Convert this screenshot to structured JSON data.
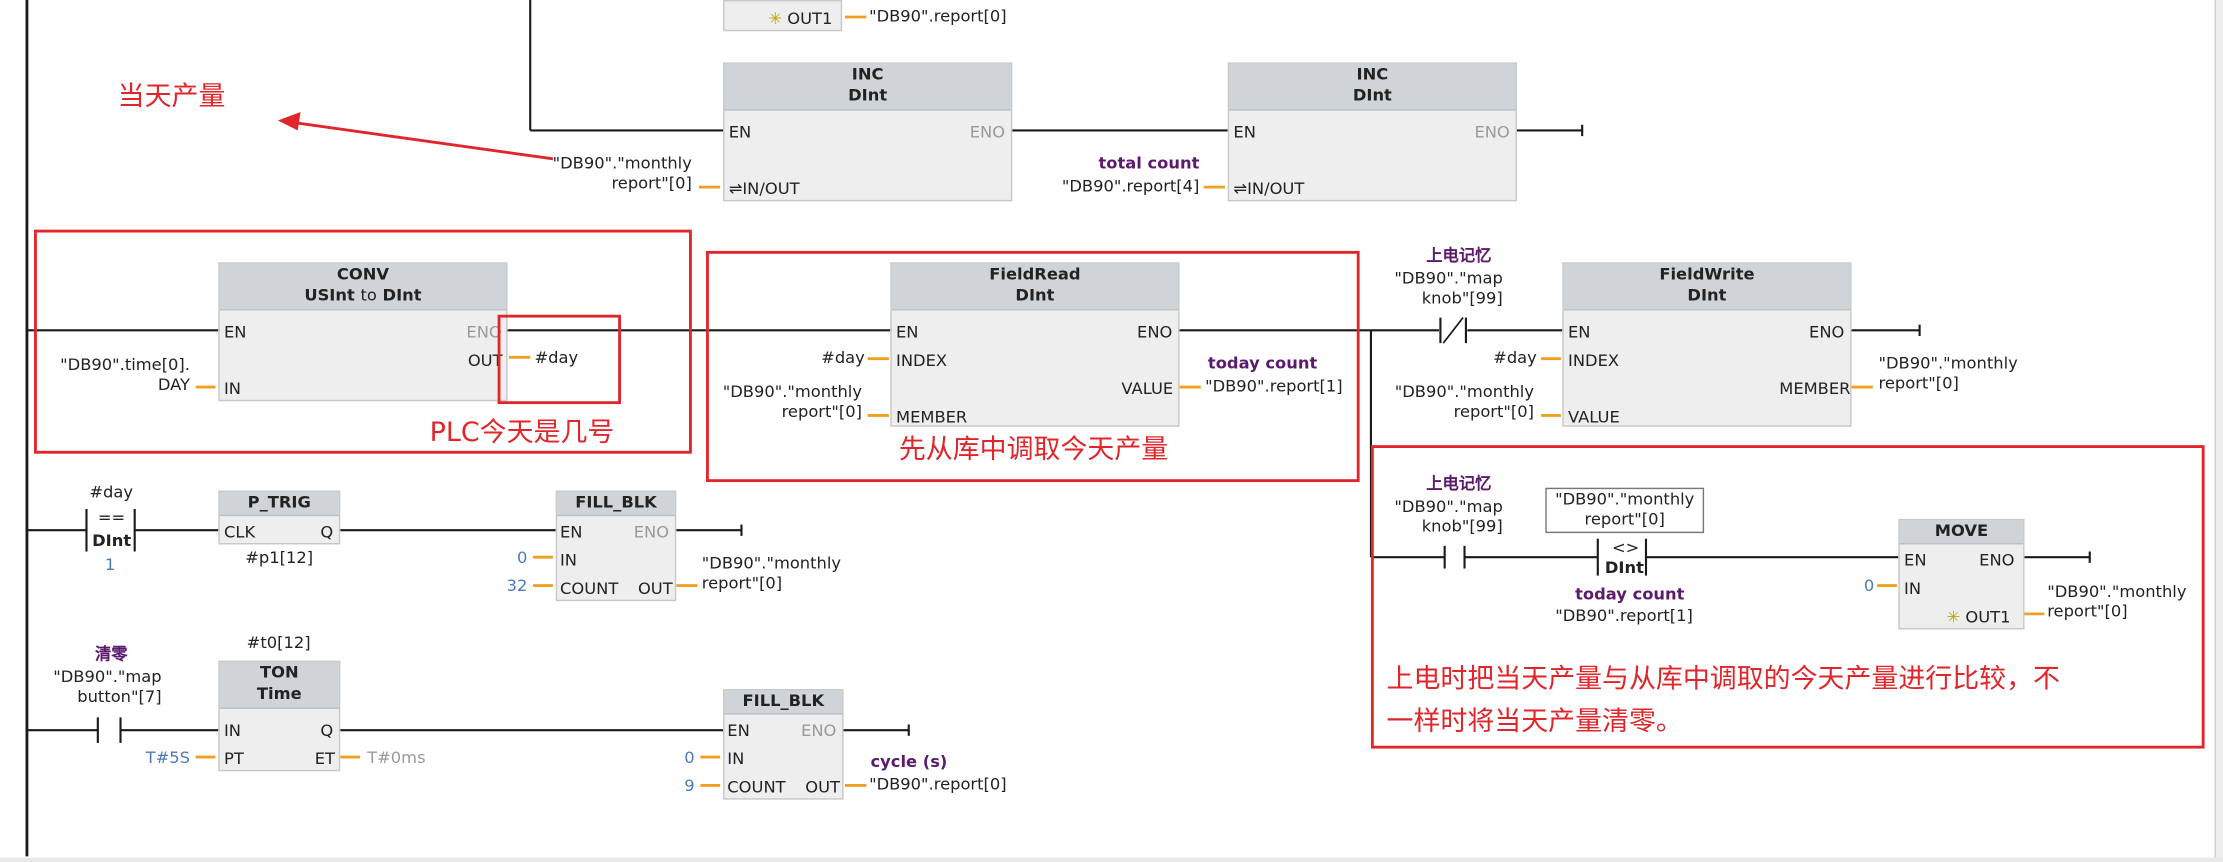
{
  "top_fragment": {
    "pin": "OUT1",
    "tag": "\"DB90\".report[0]"
  },
  "inc1": {
    "name": "INC",
    "type": "DInt",
    "en": "EN",
    "eno": "ENO",
    "inout": "⇌IN/OUT",
    "operand_l1": "\"DB90\".\"monthly",
    "operand_l2": "report\"[0]"
  },
  "inc2": {
    "name": "INC",
    "type": "DInt",
    "en": "EN",
    "eno": "ENO",
    "inout": "⇌IN/OUT",
    "comment": "total count",
    "operand": "\"DB90\".report[4]"
  },
  "conv": {
    "name": "CONV",
    "type_from": "USInt",
    "to": "to",
    "type_to": "DInt",
    "en": "EN",
    "eno": "ENO",
    "in": "IN",
    "out": "OUT",
    "in_l1": "\"DB90\".time[0].",
    "in_l2": "DAY",
    "out_tag": "#day"
  },
  "fieldread": {
    "name": "FieldRead",
    "type": "DInt",
    "en": "EN",
    "eno": "ENO",
    "index": "INDEX",
    "value": "VALUE",
    "member": "MEMBER",
    "index_tag": "#day",
    "member_l1": "\"DB90\".\"monthly",
    "member_l2": "report\"[0]",
    "value_comment": "today count",
    "value_tag": "\"DB90\".report[1]"
  },
  "contact1": {
    "comment": "上电记忆",
    "tag_l1": "\"DB90\".\"map",
    "tag_l2": "knob\"[99]"
  },
  "fieldwrite": {
    "name": "FieldWrite",
    "type": "DInt",
    "en": "EN",
    "eno": "ENO",
    "index": "INDEX",
    "member": "MEMBER",
    "value": "VALUE",
    "index_tag": "#day",
    "value_l1": "\"DB90\".\"monthly",
    "value_l2": "report\"[0]",
    "member_l1": "\"DB90\".\"monthly",
    "member_l2": "report\"[0]"
  },
  "cmp_day": {
    "tag": "#day",
    "op": "==",
    "type": "DInt",
    "value": "1"
  },
  "ptrig": {
    "name": "P_TRIG",
    "clk": "CLK",
    "q": "Q",
    "tag": "#p1[12]"
  },
  "fill1": {
    "name": "FILL_BLK",
    "en": "EN",
    "eno": "ENO",
    "in": "IN",
    "count": "COUNT",
    "out": "OUT",
    "in_val": "0",
    "count_val": "32",
    "out_l1": "\"DB90\".\"monthly",
    "out_l2": "report\"[0]"
  },
  "contact2": {
    "comment": "上电记忆",
    "tag_l1": "\"DB90\".\"map",
    "tag_l2": "knob\"[99]"
  },
  "cmp2": {
    "top_l1": "\"DB90\".\"monthly",
    "top_l2": "report\"[0]",
    "op": "<>",
    "type": "DInt",
    "comment": "today count",
    "tag": "\"DB90\".report[1]"
  },
  "move": {
    "name": "MOVE",
    "en": "EN",
    "eno": "ENO",
    "in": "IN",
    "out": "OUT1",
    "in_val": "0",
    "out_l1": "\"DB90\".\"monthly",
    "out_l2": "report\"[0]"
  },
  "reset": {
    "comment": "清零",
    "tag_l1": "\"DB90\".\"map",
    "tag_l2": "button\"[7]"
  },
  "ton": {
    "instance": "#t0[12]",
    "name": "TON",
    "type": "Time",
    "in": "IN",
    "q": "Q",
    "pt": "PT",
    "et": "ET",
    "pt_val": "T#5S",
    "et_val": "T#0ms"
  },
  "fill2": {
    "name": "FILL_BLK",
    "en": "EN",
    "eno": "ENO",
    "in": "IN",
    "count": "COUNT",
    "out": "OUT",
    "in_val": "0",
    "count_val": "9",
    "out_comment": "cycle (s)",
    "out_tag": "\"DB90\".report[0]"
  },
  "annotations": {
    "daily_output": "当天产量",
    "plc_day": "PLC今天是几号",
    "read_first": "先从库中调取今天产量",
    "compare_l1": "上电时把当天产量与从库中调取的今天产量进行比较，不",
    "compare_l2": "一样时将当天产量清零。"
  },
  "colors": {
    "annotation": "#e0262b",
    "wire": "#1a1a1a",
    "connector": "#f0a020",
    "block_head": "#cfd4d8"
  }
}
